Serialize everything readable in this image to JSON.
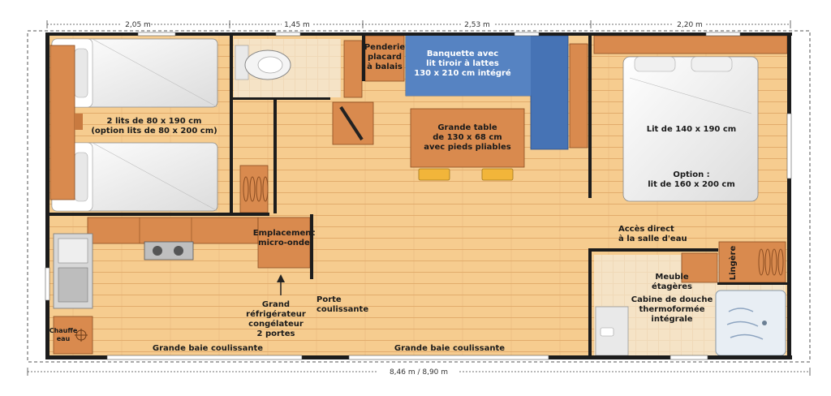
{
  "dimensions": {
    "top": [
      "2,05 m",
      "1,45 m",
      "2,53 m",
      "2,20 m"
    ],
    "bottom": "8,46 m / 8,90 m"
  },
  "labels": {
    "beds_twin": [
      "2 lits de 80 x 190 cm",
      "(option lits de 80 x 200 cm)"
    ],
    "penderie": [
      "Penderie",
      "placard",
      "à balais"
    ],
    "banquette": [
      "Banquette avec",
      "lit tiroir à lattes",
      "130 x 210 cm intégré"
    ],
    "table": [
      "Grande table",
      "de 130 x 68 cm",
      "avec pieds pliables"
    ],
    "double_bed": "Lit de 140 x 190 cm",
    "option_bed": [
      "Option :",
      "lit de 160 x 200 cm"
    ],
    "acces": [
      "Accès direct",
      "à la salle d'eau"
    ],
    "lingere": "Lingère",
    "meuble": [
      "Meuble",
      "étagères"
    ],
    "shower": [
      "Cabine de douche",
      "thermoformée",
      "intégrale"
    ],
    "micro": [
      "Emplacement",
      "micro-onde"
    ],
    "fridge": [
      "Grand",
      "réfrigérateur",
      "congélateur",
      "2 portes"
    ],
    "porte": [
      "Porte",
      "coulissante"
    ],
    "chauffe": [
      "Chauffe",
      "eau"
    ],
    "baie_left": "Grande baie coulissante",
    "baie_right": "Grande baie coulissante"
  },
  "colors": {
    "floor": "#f6cc8f",
    "wall": "#1c1c1c",
    "cabinet": "#d98a4e",
    "banquette": "#4673b5",
    "table": "#d98a4e",
    "tile": "#eef1f4"
  }
}
